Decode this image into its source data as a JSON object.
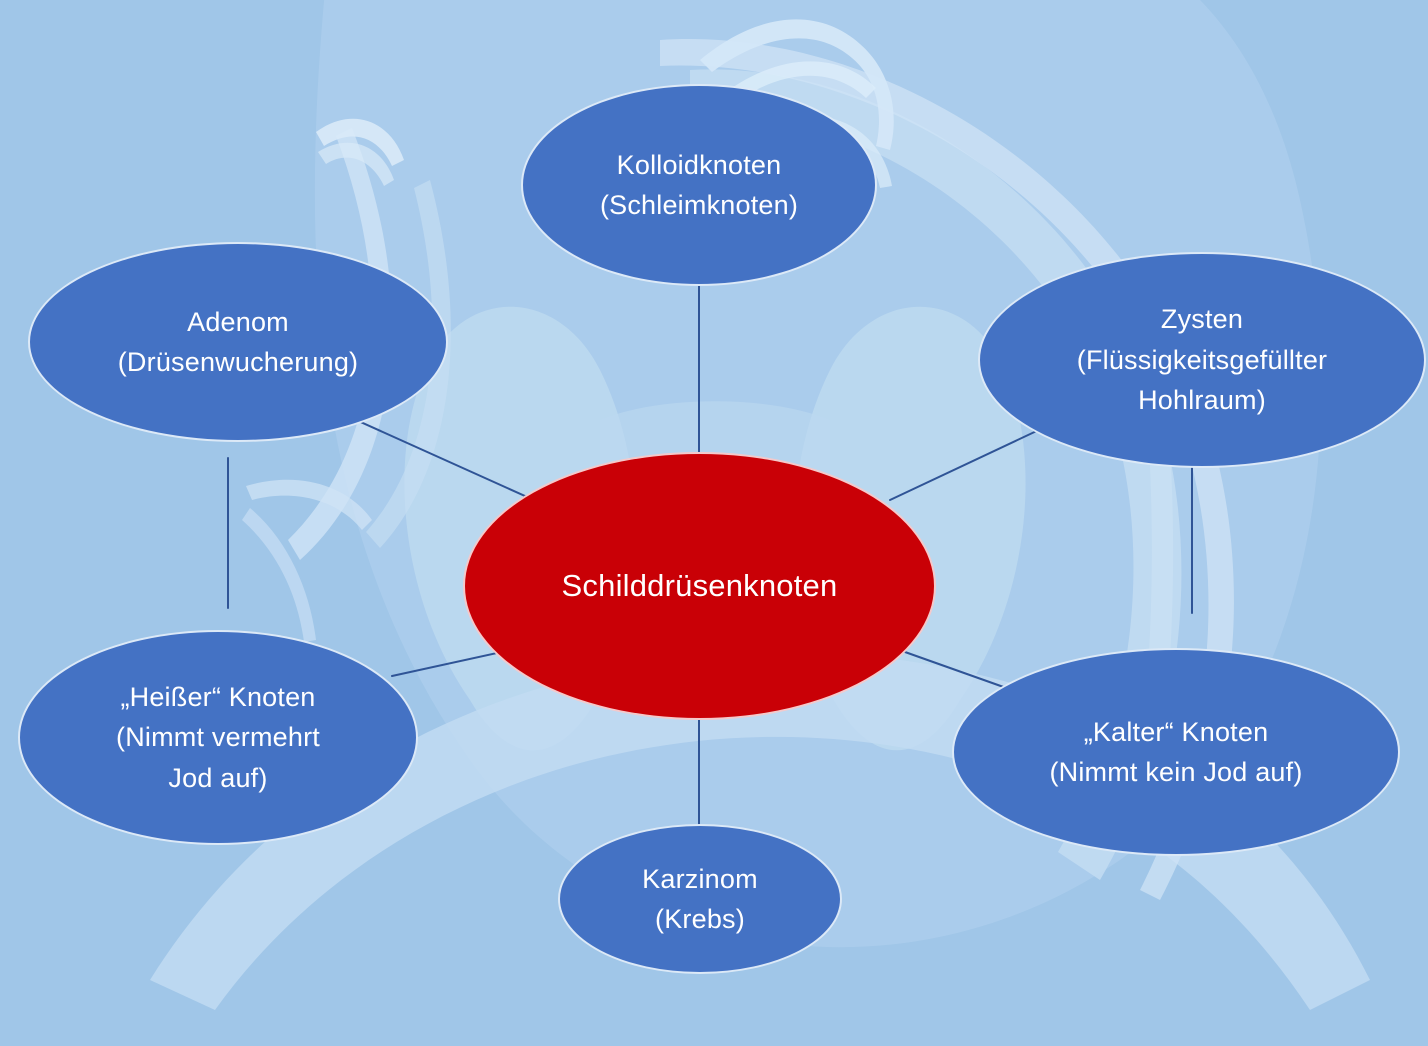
{
  "slide": {
    "title": "Schilddrüsenknoten",
    "background_color": "#a0c6e8",
    "watermark": "thyroid-gland-illustration"
  },
  "colors": {
    "background": "#a0c6e8",
    "branch_fill": "#4472c4",
    "center_fill": "#c90006",
    "node_border": "#dce9f7",
    "connector": "#2f5496",
    "text": "#ffffff",
    "watermark_light": "#bcd8ef"
  },
  "center": {
    "label": "Schilddrüsenknoten"
  },
  "nodes": [
    {
      "id": "kolloidknoten",
      "position": "top",
      "lines": [
        "Kolloidknoten",
        "(Schleimknoten)"
      ]
    },
    {
      "id": "adenom",
      "position": "top-left",
      "lines": [
        "Adenom",
        "(Drüsenwucherung)"
      ]
    },
    {
      "id": "zysten",
      "position": "top-right",
      "lines": [
        "Zysten",
        "(Flüssigkeitsgefüllter",
        "Hohlraum)"
      ]
    },
    {
      "id": "heisser-knoten",
      "position": "bottom-left",
      "lines": [
        "„Heißer“ Knoten",
        "(Nimmt vermehrt",
        "Jod auf)"
      ]
    },
    {
      "id": "kalter-knoten",
      "position": "bottom-right",
      "lines": [
        "„Kalter“ Knoten",
        "(Nimmt kein Jod auf)"
      ]
    },
    {
      "id": "karzinom",
      "position": "bottom",
      "lines": [
        "Karzinom",
        "(Krebs)"
      ]
    }
  ],
  "connectors": [
    {
      "from": "center",
      "to": "kolloidknoten",
      "kind": "vertical"
    },
    {
      "from": "center",
      "to": "adenom",
      "kind": "diagonal"
    },
    {
      "from": "center",
      "to": "zysten",
      "kind": "diagonal"
    },
    {
      "from": "center",
      "to": "heisser-knoten",
      "kind": "diagonal"
    },
    {
      "from": "center",
      "to": "kalter-knoten",
      "kind": "diagonal"
    },
    {
      "from": "center",
      "to": "karzinom",
      "kind": "vertical"
    },
    {
      "from": "adenom",
      "to": "heisser-knoten",
      "kind": "vertical"
    },
    {
      "from": "zysten",
      "to": "kalter-knoten",
      "kind": "vertical"
    }
  ]
}
